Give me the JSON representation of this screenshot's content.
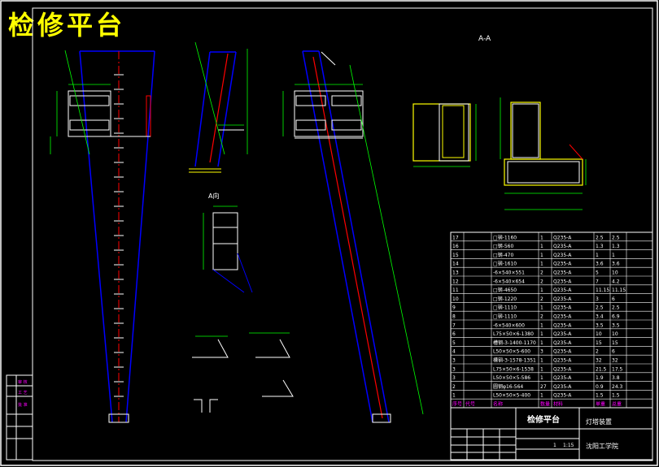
{
  "drawing": {
    "title": "检修平台",
    "section_label": "A-A",
    "detail_label": "A向"
  },
  "parts_table": {
    "rows": [
      {
        "no": "17",
        "name": "□钢-1160",
        "qty": "1",
        "mat": "Q235-A",
        "w1": "2.5",
        "w2": "2.5"
      },
      {
        "no": "16",
        "name": "□钢-560",
        "qty": "1",
        "mat": "Q235-A",
        "w1": "1.3",
        "w2": "1.3"
      },
      {
        "no": "15",
        "name": "□钢-470",
        "qty": "1",
        "mat": "Q235-A",
        "w1": "1",
        "w2": "1"
      },
      {
        "no": "14",
        "name": "□钢-1610",
        "qty": "1",
        "mat": "Q235-A",
        "w1": "3.6",
        "w2": "3.6"
      },
      {
        "no": "13",
        "name": "-6×540×551",
        "qty": "2",
        "mat": "Q235-A",
        "w1": "5",
        "w2": "10"
      },
      {
        "no": "12",
        "name": "-6×540×654",
        "qty": "2",
        "mat": "Q235-A",
        "w1": "7",
        "w2": "4.2"
      },
      {
        "no": "11",
        "name": "□钢-4650",
        "qty": "1",
        "mat": "Q235-A",
        "w1": "11.15",
        "w2": "11.15"
      },
      {
        "no": "10",
        "name": "□钢-1220",
        "qty": "2",
        "mat": "Q235-A",
        "w1": "3",
        "w2": "6"
      },
      {
        "no": "9",
        "name": "□钢-1110",
        "qty": "1",
        "mat": "Q235-A",
        "w1": "2.5",
        "w2": "2.5"
      },
      {
        "no": "8",
        "name": "□钢-1110",
        "qty": "2",
        "mat": "Q235-A",
        "w1": "3.4",
        "w2": "6.9"
      },
      {
        "no": "7",
        "name": "-6×540×600",
        "qty": "1",
        "mat": "Q235-A",
        "w1": "3.5",
        "w2": "3.5"
      },
      {
        "no": "6",
        "name": "L75×50×6-1380",
        "qty": "1",
        "mat": "Q235-A",
        "w1": "10",
        "w2": "10"
      },
      {
        "no": "5",
        "name": "槽钢-3-1400-1170",
        "qty": "1",
        "mat": "Q235-A",
        "w1": "15",
        "w2": "15"
      },
      {
        "no": "4",
        "name": "L50×50×5-600",
        "qty": "3",
        "mat": "Q235-A",
        "w1": "2",
        "w2": "6"
      },
      {
        "no": "3",
        "name": "槽钢-3-1578-1351",
        "qty": "1",
        "mat": "Q235-A",
        "w1": "32",
        "w2": "32"
      },
      {
        "no": "3",
        "name": "L75×50×6-1538",
        "qty": "1",
        "mat": "Q235-A",
        "w1": "21.5",
        "w2": "17.5"
      },
      {
        "no": "3",
        "name": "L50×50×5-586",
        "qty": "1",
        "mat": "Q235-A",
        "w1": "1.9",
        "w2": "3.8"
      },
      {
        "no": "2",
        "name": "圆钢φ16-564",
        "qty": "27",
        "mat": "Q235-A",
        "w1": "0.9",
        "w2": "24.3"
      },
      {
        "no": "1",
        "name": "L50×50×5-400",
        "qty": "1",
        "mat": "Q235-A",
        "w1": "1.5",
        "w2": "1.5"
      }
    ],
    "header": {
      "no": "序号",
      "code": "代号",
      "name": "名称",
      "qty": "数量",
      "mat": "材料",
      "w1": "单重",
      "w2": "总重"
    }
  },
  "title_block": {
    "drawing_name": "检修平台",
    "part_name": "灯塔装置",
    "org": "沈阳工学院",
    "scale": "1:15",
    "sheet": "1"
  },
  "left_strip": {
    "items": [
      "审 核",
      "工 艺",
      "批 准"
    ]
  },
  "colors": {
    "background": "#000000",
    "border": "#ffffff",
    "title": "#ffff00",
    "dim": "#00ff00",
    "structure": "#0000ff",
    "section": "#ffff00",
    "cut": "#ff0000"
  }
}
